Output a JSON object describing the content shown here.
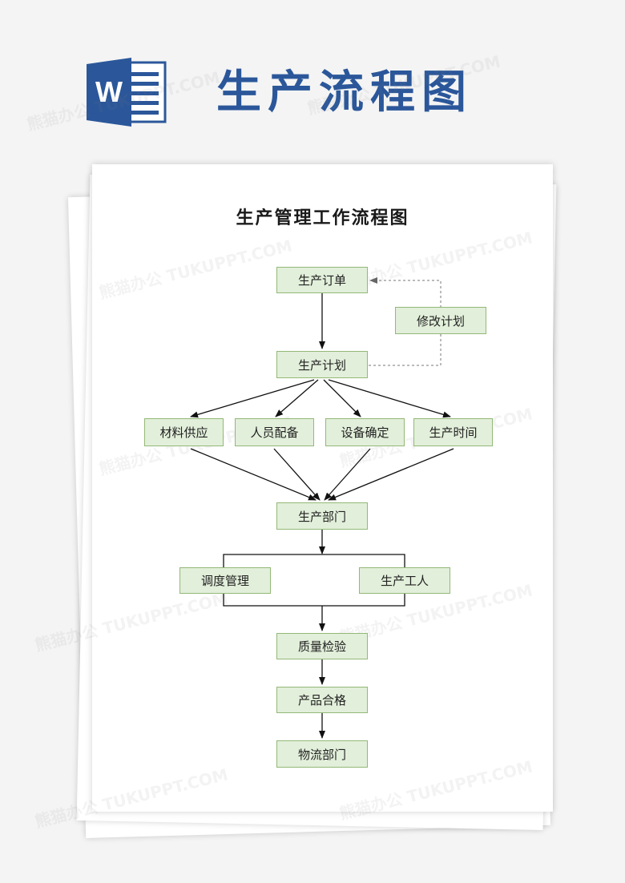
{
  "header": {
    "app_icon": "word-icon",
    "app_letter": "W",
    "title": "生产流程图",
    "accent_color": "#2b579a"
  },
  "document": {
    "title": "生产管理工作流程图"
  },
  "nodes": {
    "order": "生产订单",
    "modify_plan": "修改计划",
    "plan": "生产计划",
    "material": "材料供应",
    "staffing": "人员配备",
    "equipment": "设备确定",
    "schedule": "生产时间",
    "department": "生产部门",
    "dispatch": "调度管理",
    "workers": "生产工人",
    "inspection": "质量检验",
    "qualified": "产品合格",
    "logistics": "物流部门"
  },
  "colors": {
    "node_fill": "#e2efda",
    "node_border": "#93b877"
  },
  "watermark": "熊猫办公 TUKUPPT.COM"
}
